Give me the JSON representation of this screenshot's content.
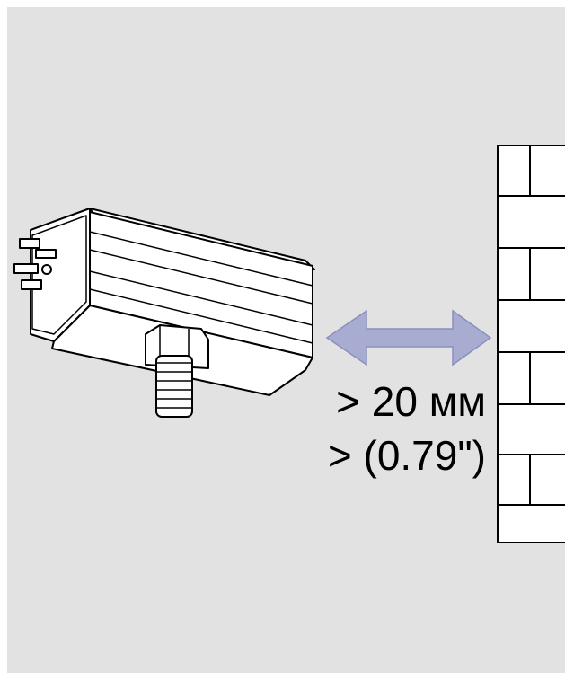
{
  "diagram": {
    "clearance_metric": "> 20 мм",
    "clearance_imperial": "> (0.79\")",
    "colors": {
      "background": "#e2e2e2",
      "arrow": "#a7acd0",
      "wall_fill": "#ffffff",
      "line": "#000000"
    },
    "elements": [
      "sensor-device",
      "clearance-arrow",
      "brick-wall"
    ]
  }
}
